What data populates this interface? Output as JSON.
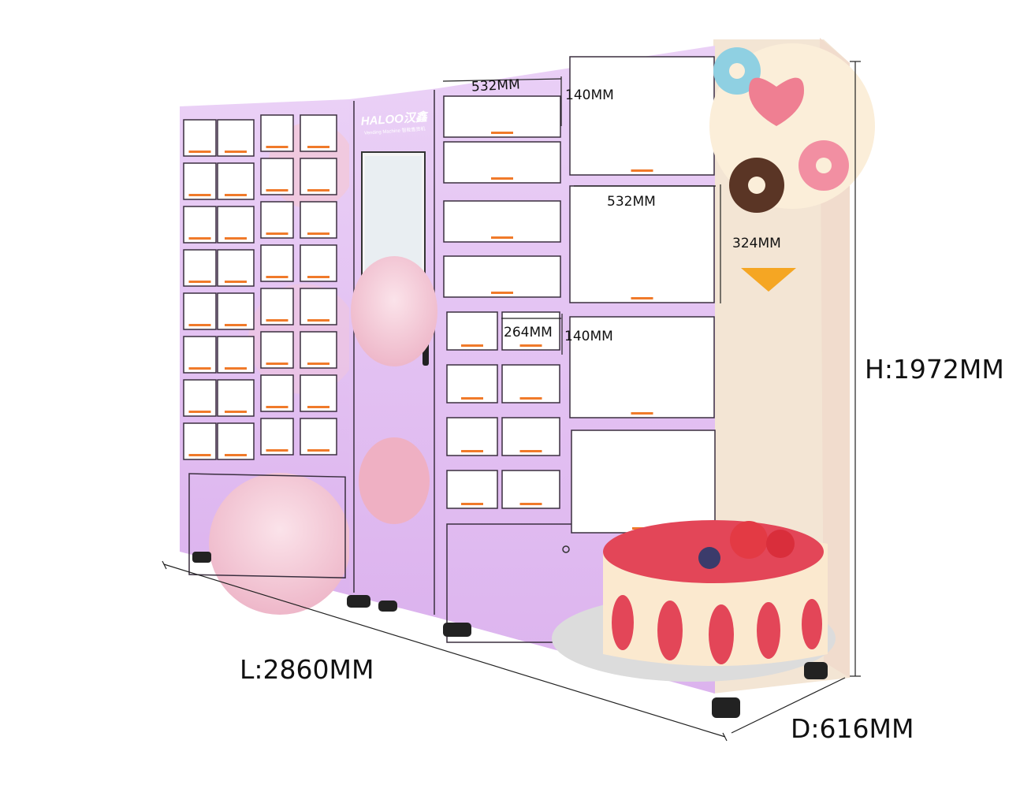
{
  "brand": {
    "logo": "HALOO汉鑫",
    "tagline": "Vending Machine 智能售货机"
  },
  "dimensions": {
    "length": "L:2860MM",
    "height": "H:1972MM",
    "depth": "D:616MM"
  },
  "compartment_labels": {
    "width_large_top": "532MM",
    "height_small_top": "140MM",
    "width_large_mid": "532MM",
    "height_large": "324MM",
    "width_small": "264MM",
    "height_small_mid": "140MM"
  },
  "colors": {
    "body": "#e6c3f2",
    "body_dark": "#c99fdc",
    "door_border": "#3a2f3f",
    "door_fill": "#ffffff",
    "handle": "#f07a2a",
    "screen": "#f4f4f4"
  }
}
